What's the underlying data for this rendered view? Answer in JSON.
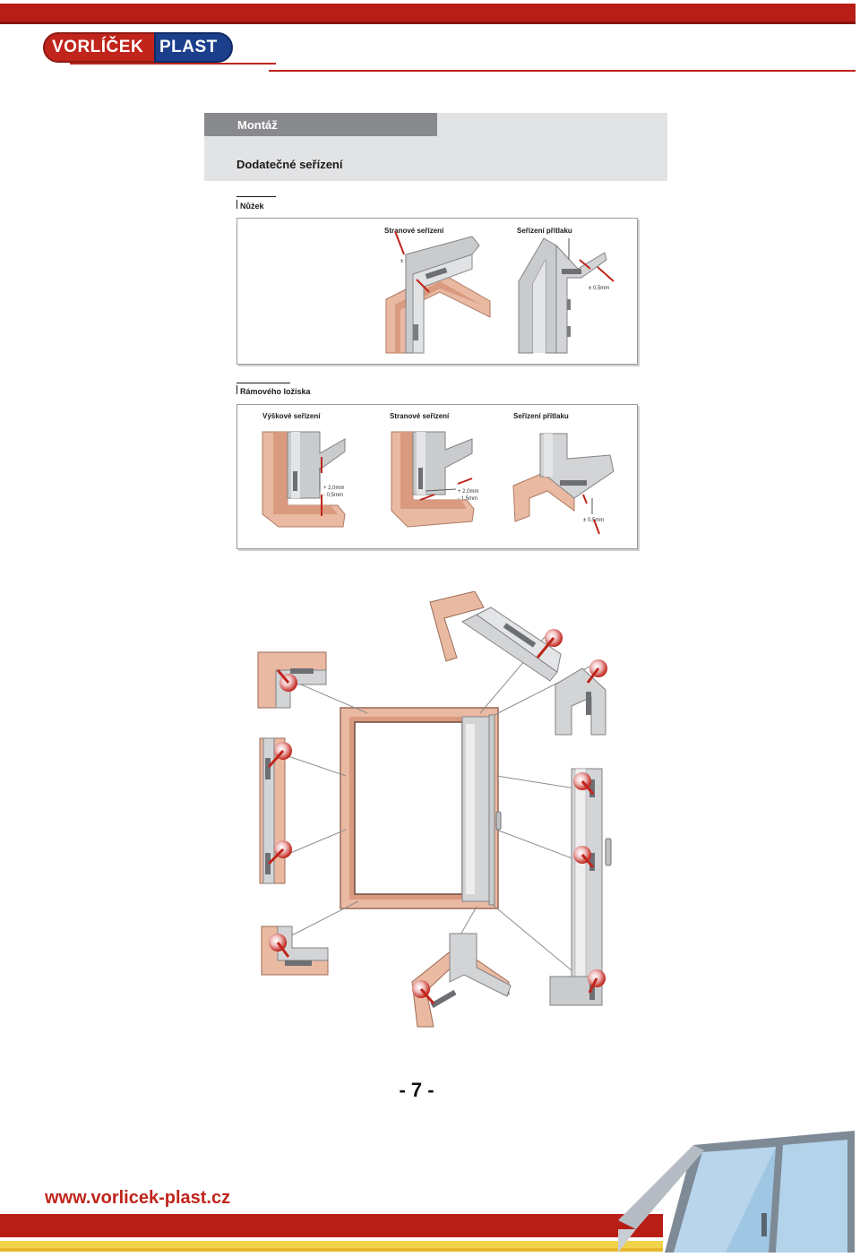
{
  "brand": {
    "logo_text_left": "VORLÍČEK",
    "logo_text_right": "PLAST",
    "website": "www.vorlicek-plast.cz",
    "color_red": "#c0241b",
    "color_blue": "#1c3f8c"
  },
  "header": {
    "tab_title": "Montáž",
    "subtitle": "Dodatečné seřízení"
  },
  "sections": [
    {
      "title": "Nůžek",
      "panels": [
        {
          "caption": "Stranové seřízení",
          "measure": "± 2mm"
        },
        {
          "caption": "Seřízení přítlaku",
          "measure": "± 0,5mm"
        }
      ]
    },
    {
      "title": "Rámového ložiska",
      "panels": [
        {
          "caption": "Výškové seřízení",
          "measure_lines": [
            "+ 2,0mm",
            "- 0,5mm"
          ]
        },
        {
          "caption": "Stranové seřízení",
          "measure_lines": [
            "+ 2,0mm",
            "- 1,5mm"
          ]
        },
        {
          "caption": "Seřízení přítlaku",
          "measure_lines": [
            "± 0,5mm"
          ]
        }
      ]
    }
  ],
  "page_number": "- 7 -"
}
